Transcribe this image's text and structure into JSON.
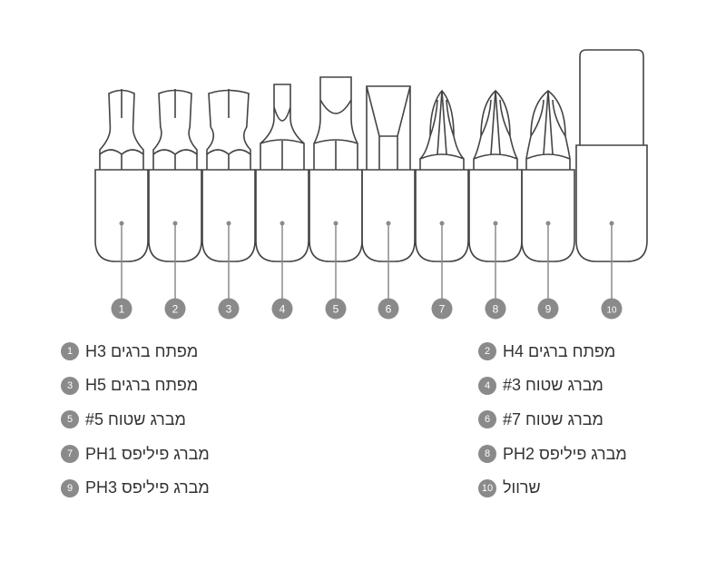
{
  "bits": [
    {
      "number": "1",
      "label": "מפתח ברגים H3",
      "type": "hex",
      "size": 1
    },
    {
      "number": "2",
      "label": "מפתח ברגים H4",
      "type": "hex",
      "size": 2
    },
    {
      "number": "3",
      "label": "מפתח ברגים H5",
      "type": "hex",
      "size": 3
    },
    {
      "number": "4",
      "label": "מברג שטוח #3",
      "type": "flat",
      "size": 1
    },
    {
      "number": "5",
      "label": "מברג שטוח #5",
      "type": "flat",
      "size": 2
    },
    {
      "number": "6",
      "label": "מברג שטוח #7",
      "type": "flat",
      "size": 3
    },
    {
      "number": "7",
      "label": "מברג פיליפס PH1",
      "type": "phillips",
      "size": 1
    },
    {
      "number": "8",
      "label": "מברג פיליפס PH2",
      "type": "phillips",
      "size": 2
    },
    {
      "number": "9",
      "label": "מברג פיליפס PH3",
      "type": "phillips",
      "size": 3
    },
    {
      "number": "10",
      "label": "שרוול",
      "type": "sleeve",
      "size": 0
    }
  ],
  "colors": {
    "line": "#444444",
    "marker": "#8a8a8a",
    "text": "#333333"
  }
}
